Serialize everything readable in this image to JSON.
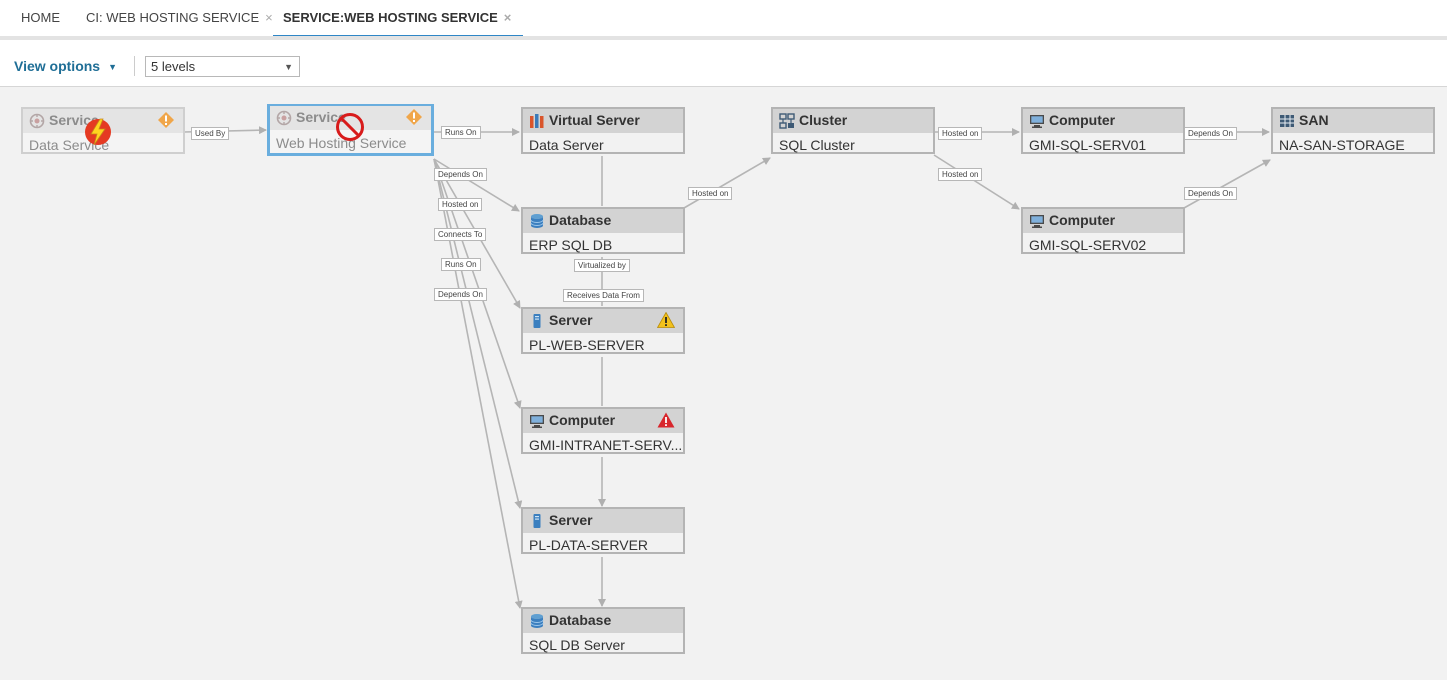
{
  "tabs": [
    {
      "label": "HOME"
    },
    {
      "label": "CI: WEB HOSTING SERVICE",
      "close": "×"
    },
    {
      "label": "SERVICE:WEB HOSTING SERVICE",
      "close": "×"
    }
  ],
  "toolbar": {
    "view_options": "View options",
    "levels": "5 levels"
  },
  "accent_color": "#2f86c6",
  "nodes": {
    "data_service": {
      "type": "Service",
      "name": "Data Service",
      "icon": "service-icon",
      "badges": [
        "alert-diamond-icon",
        "lightning-icon"
      ]
    },
    "web_hosting": {
      "type": "Service",
      "name": "Web Hosting Service",
      "icon": "service-icon",
      "badges": [
        "alert-diamond-icon",
        "no-entry-icon"
      ]
    },
    "virtual_server": {
      "type": "Virtual Server",
      "name": "Data Server",
      "icon": "virtual-server-icon"
    },
    "erp_db": {
      "type": "Database",
      "name": "ERP SQL DB",
      "icon": "database-icon"
    },
    "pl_web": {
      "type": "Server",
      "name": "PL-WEB-SERVER",
      "icon": "server-icon",
      "badges": [
        "warning-triangle-icon"
      ]
    },
    "gmi_intranet": {
      "type": "Computer",
      "name": "GMI-INTRANET-SERV...",
      "icon": "computer-icon",
      "badges": [
        "error-triangle-icon"
      ]
    },
    "pl_data": {
      "type": "Server",
      "name": "PL-DATA-SERVER",
      "icon": "server-icon"
    },
    "sql_db_server": {
      "type": "Database",
      "name": "SQL DB Server",
      "icon": "database-icon"
    },
    "sql_cluster": {
      "type": "Cluster",
      "name": "SQL Cluster",
      "icon": "cluster-icon"
    },
    "gmi_sql1": {
      "type": "Computer",
      "name": "GMI-SQL-SERV01",
      "icon": "computer-icon"
    },
    "gmi_sql2": {
      "type": "Computer",
      "name": "GMI-SQL-SERV02",
      "icon": "computer-icon"
    },
    "san": {
      "type": "SAN",
      "name": "NA-SAN-STORAGE",
      "icon": "san-icon"
    }
  },
  "edge_labels": {
    "used_by": "Used By",
    "runs_on_1": "Runs On",
    "depends_on_1": "Depends On",
    "hosted_on_1": "Hosted on",
    "connects_to": "Connects To",
    "runs_on_2": "Runs On",
    "depends_on_2": "Depends On",
    "hosted_on_2": "Hosted on",
    "virtualized_by": "Virtualized by",
    "receives_data_from": "Receives Data From",
    "hosted_on_3": "Hosted on",
    "hosted_on_4": "Hosted on",
    "depends_on_3": "Depends On",
    "depends_on_4": "Depends On"
  }
}
